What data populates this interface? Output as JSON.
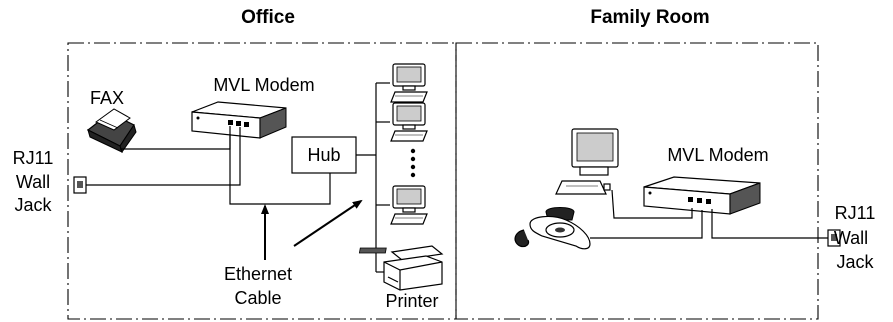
{
  "rooms": {
    "office": "Office",
    "family_room": "Family Room"
  },
  "office": {
    "fax": "FAX",
    "modem": "MVL Modem",
    "hub": "Hub",
    "printer": "Printer",
    "cable_line1": "Ethernet",
    "cable_line2": "Cable",
    "jack_line1": "RJ11",
    "jack_line2": "Wall",
    "jack_line3": "Jack"
  },
  "family": {
    "modem": "MVL Modem",
    "jack_line1": "RJ11",
    "jack_line2": "Wall",
    "jack_line3": "Jack"
  },
  "colors": {
    "line": "#000000",
    "background": "#ffffff",
    "screen": "#cccccc",
    "device_dark": "#555555"
  },
  "icons": [
    "fax-icon",
    "modem-icon",
    "hub-icon",
    "computer-icon",
    "printer-icon",
    "telephone-icon",
    "wall-jack-icon"
  ]
}
